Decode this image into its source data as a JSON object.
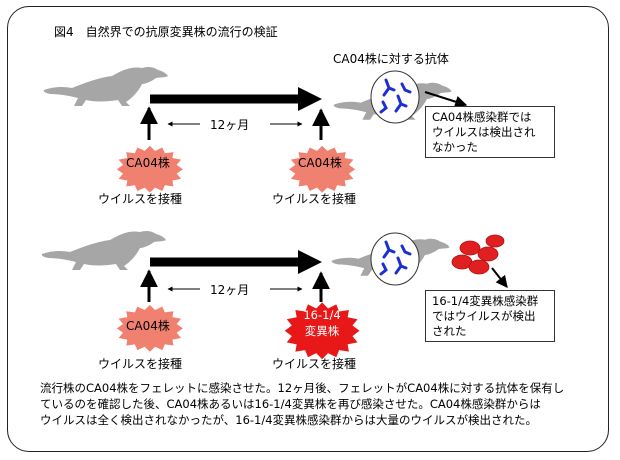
{
  "title": "図4　自然界での抗原変異株の流行の検証",
  "colors": {
    "virus_ca04": "#f08070",
    "virus_variant": "#e81818",
    "ferret": "#a6a6a6",
    "antibody": "#1c2fd0",
    "infected_cells": "#e02020"
  },
  "row1": {
    "period": "12ヶ月",
    "virus_left": "CA04株",
    "virus_right": "CA04株",
    "inoculate_left": "ウイルスを接種",
    "inoculate_right": "ウイルスを接種",
    "antibody_label": "CA04株に対する抗体",
    "result_lines": [
      "CA04株感染群では",
      "ウイルスは検出され",
      "なかった"
    ]
  },
  "row2": {
    "period": "12ヶ月",
    "virus_left": "CA04株",
    "virus_right_line1": "16-1/4",
    "virus_right_line2": "変異株",
    "inoculate_left": "ウイルスを接種",
    "inoculate_right": "ウイルスを接種",
    "result_lines": [
      "16-1/4変異株感染群",
      "ではウイルスが検出",
      "された"
    ]
  },
  "caption_lines": [
    "流行株のCA04株をフェレットに感染させた。12ヶ月後、フェレットがCA04株に対する抗体を保有し",
    "ているのを確認した後、CA04株あるいは16-1/4変異株を再び感染させた。CA04株感染群からは",
    "ウイルスは全く検出されなかったが、16-1/4変異株感染群からは大量のウイルスが検出された。"
  ]
}
